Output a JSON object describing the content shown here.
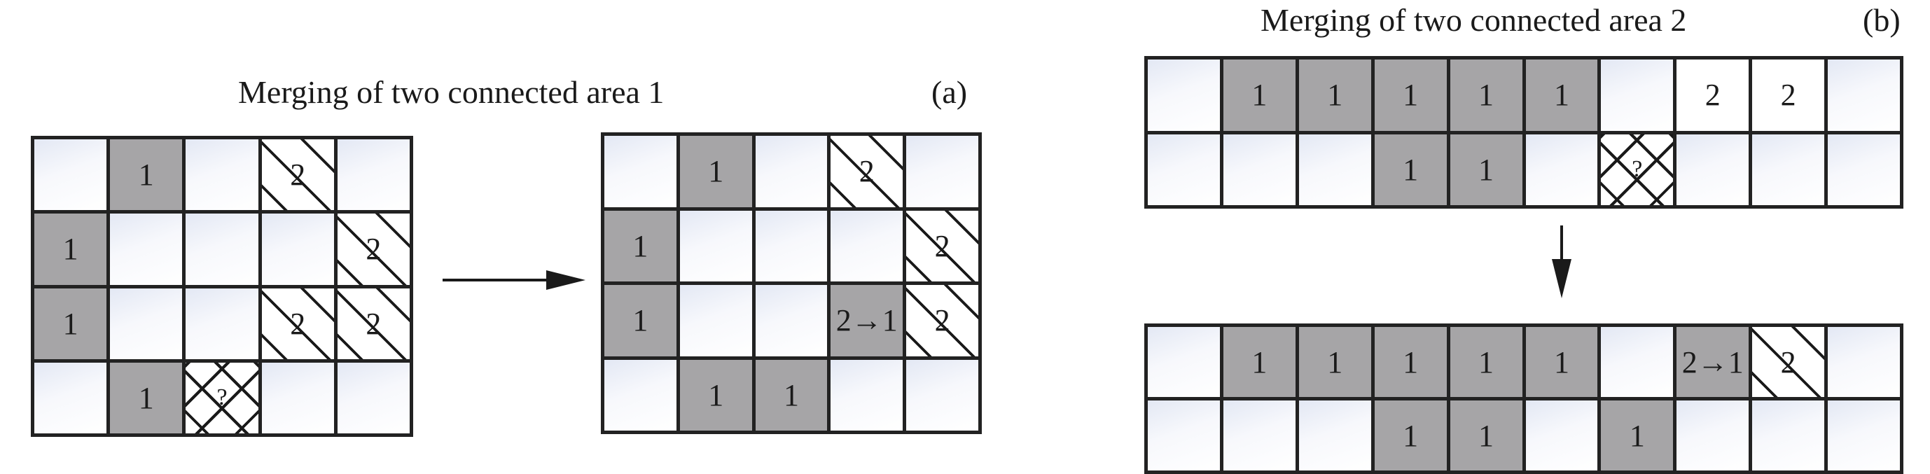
{
  "panel_a": {
    "title": "Merging of two connected area 1",
    "label": "(a)",
    "before": [
      [
        {
          "type": "empty",
          "label": ""
        },
        {
          "type": "gray",
          "label": "1"
        },
        {
          "type": "empty",
          "label": ""
        },
        {
          "type": "hatch",
          "label": "2"
        },
        {
          "type": "empty",
          "label": ""
        }
      ],
      [
        {
          "type": "gray",
          "label": "1"
        },
        {
          "type": "empty",
          "label": ""
        },
        {
          "type": "empty",
          "label": ""
        },
        {
          "type": "empty",
          "label": ""
        },
        {
          "type": "hatch",
          "label": "2"
        }
      ],
      [
        {
          "type": "gray",
          "label": "1"
        },
        {
          "type": "empty",
          "label": ""
        },
        {
          "type": "empty",
          "label": ""
        },
        {
          "type": "hatch",
          "label": "2"
        },
        {
          "type": "hatch",
          "label": "2"
        }
      ],
      [
        {
          "type": "empty",
          "label": ""
        },
        {
          "type": "gray",
          "label": "1"
        },
        {
          "type": "cross",
          "label": "?"
        },
        {
          "type": "empty",
          "label": ""
        },
        {
          "type": "empty",
          "label": ""
        }
      ]
    ],
    "after": [
      [
        {
          "type": "empty",
          "label": ""
        },
        {
          "type": "gray",
          "label": "1"
        },
        {
          "type": "empty",
          "label": ""
        },
        {
          "type": "hatch",
          "label": "2"
        },
        {
          "type": "empty",
          "label": ""
        }
      ],
      [
        {
          "type": "gray",
          "label": "1"
        },
        {
          "type": "empty",
          "label": ""
        },
        {
          "type": "empty",
          "label": ""
        },
        {
          "type": "empty",
          "label": ""
        },
        {
          "type": "hatch",
          "label": "2"
        }
      ],
      [
        {
          "type": "gray",
          "label": "1"
        },
        {
          "type": "empty",
          "label": ""
        },
        {
          "type": "empty",
          "label": ""
        },
        {
          "type": "gray",
          "label": "2→1"
        },
        {
          "type": "hatch",
          "label": "2"
        }
      ],
      [
        {
          "type": "empty",
          "label": ""
        },
        {
          "type": "gray",
          "label": "1"
        },
        {
          "type": "gray",
          "label": "1"
        },
        {
          "type": "empty",
          "label": ""
        },
        {
          "type": "empty",
          "label": ""
        }
      ]
    ]
  },
  "panel_b": {
    "title": "Merging of two connected area 2",
    "label": "(b)",
    "before": [
      [
        {
          "type": "empty",
          "label": ""
        },
        {
          "type": "gray",
          "label": "1"
        },
        {
          "type": "gray",
          "label": "1"
        },
        {
          "type": "gray",
          "label": "1"
        },
        {
          "type": "gray",
          "label": "1"
        },
        {
          "type": "gray",
          "label": "1"
        },
        {
          "type": "empty",
          "label": ""
        },
        {
          "type": "plain",
          "label": "2"
        },
        {
          "type": "plain",
          "label": "2"
        },
        {
          "type": "empty",
          "label": ""
        }
      ],
      [
        {
          "type": "empty",
          "label": ""
        },
        {
          "type": "empty",
          "label": ""
        },
        {
          "type": "empty",
          "label": ""
        },
        {
          "type": "gray",
          "label": "1"
        },
        {
          "type": "gray",
          "label": "1"
        },
        {
          "type": "empty",
          "label": ""
        },
        {
          "type": "cross",
          "label": "?"
        },
        {
          "type": "empty",
          "label": ""
        },
        {
          "type": "empty",
          "label": ""
        },
        {
          "type": "empty",
          "label": ""
        }
      ]
    ],
    "after": [
      [
        {
          "type": "empty",
          "label": ""
        },
        {
          "type": "gray",
          "label": "1"
        },
        {
          "type": "gray",
          "label": "1"
        },
        {
          "type": "gray",
          "label": "1"
        },
        {
          "type": "gray",
          "label": "1"
        },
        {
          "type": "gray",
          "label": "1"
        },
        {
          "type": "empty",
          "label": ""
        },
        {
          "type": "gray",
          "label": "2→1"
        },
        {
          "type": "hatch",
          "label": "2"
        },
        {
          "type": "empty",
          "label": ""
        }
      ],
      [
        {
          "type": "empty",
          "label": ""
        },
        {
          "type": "empty",
          "label": ""
        },
        {
          "type": "empty",
          "label": ""
        },
        {
          "type": "gray",
          "label": "1"
        },
        {
          "type": "gray",
          "label": "1"
        },
        {
          "type": "empty",
          "label": ""
        },
        {
          "type": "gray",
          "label": "1"
        },
        {
          "type": "empty",
          "label": ""
        },
        {
          "type": "empty",
          "label": ""
        },
        {
          "type": "empty",
          "label": ""
        }
      ]
    ]
  },
  "colors": {
    "region1": "#a6a5a7",
    "line": "#222222"
  }
}
